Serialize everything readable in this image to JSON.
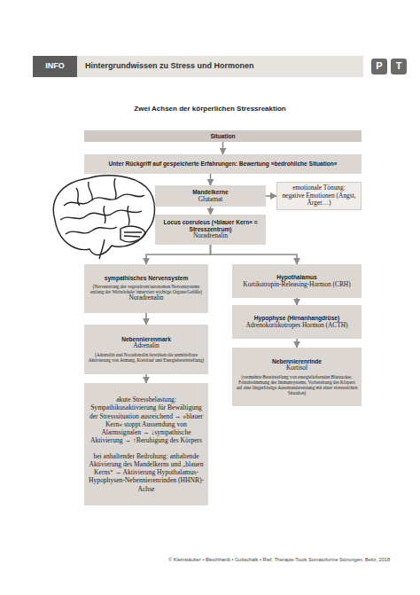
{
  "diagram": {
    "title": "Zwei Achsen der körperlichen Stressreaktion",
    "nodes": [
      {
        "text": [
          "Situation"
        ]
      },
      {
        "text": [
          "Unter Rückgriff auf gespeicherte Erfahrungen: Bewertung »bedrohliche Situation«"
        ]
      },
      {
        "text": [
          "Mandelkerne",
          "Glutamat"
        ]
      },
      {
        "text": [
          "emotionale Tönung: negative Emotionen (Angst, Ärger…)"
        ]
      },
      {
        "text": [
          "Locus coeruleus (»blauer Kern« = Stresszentrum)",
          "Noradrenalin"
        ]
      },
      {
        "text": [
          "sympathisches Nervensystem",
          "(Nervenstrang des vegetativen/autonomen Nervensystems entlang der Wirbelsäule/ innerviert wichtige Organe/Gefäße)",
          "Noradrenalin"
        ]
      },
      {
        "text": [
          "Nebennierenmark",
          "Adrenalin",
          "(Adrenalin und Noradrenalin bewirken die unmittelbare Aktivierung von Atmung, Kreislauf und Energiebereitstellung)"
        ]
      },
      {
        "text": [
          "akute Stressbelastung: Sympathikusaktivierung für Bewältigung der Stresssituation ausreichend → »blauer Kern« stoppt Aussendung von Alarmsignalen → ↓sympathische Aktivierung → ↑Beruhigung des Körpers",
          "bei anhaltender Bedrohung: anhaltende Aktivierung des Mandelkerns und „blauen Kerns“ → Aktivierung Hypothalamus-Hypophysen-Nebennierenrinden (HHNR)-Achse"
        ]
      },
      {
        "text": [
          "Hypothalamus",
          "Kortikotropin-Releasing-Hormon (CRH)"
        ]
      },
      {
        "text": [
          "Hypophyse (Hirnanhangdrüse)",
          "Adrenokortikotropes Hormon (ACTH)"
        ]
      },
      {
        "text": [
          "Nebennierenrinde",
          "Kortisol",
          "(vermehrte Bereitstellung von energieliefernden Blutzucker, Feinabstimmung des Immunsystems, Vorbereitung des Körpers auf eine längerfristige Auseinandersetzung mit einer stressreichen Situation)"
        ]
      }
    ],
    "edges": [
      {
        "from": 0,
        "to": 1,
        "arrow": "to"
      },
      {
        "from": 1,
        "to": 2,
        "arrow": "to"
      },
      {
        "from": 2,
        "to": 3,
        "arrow": "to"
      },
      {
        "from": 2,
        "to": 4,
        "arrow": "to"
      },
      {
        "from": 4,
        "to": 5,
        "arrow": "to"
      },
      {
        "from": 4,
        "to": 8,
        "arrow": "to"
      },
      {
        "from": 5,
        "to": 6,
        "arrow": "to"
      },
      {
        "from": 6,
        "to": 7,
        "arrow": "to"
      },
      {
        "from": 8,
        "to": 9,
        "arrow": "to"
      },
      {
        "from": 9,
        "to": 10,
        "arrow": "to"
      }
    ],
    "labels": [
      "INFO",
      "Hintergrundwissen zu Stress und Hormonen",
      "P",
      "T",
      "© Kleinstäuber • Bleichhardt • Gottschalk • Rief, Therapie-Tools Somatoforme Störungen. Beltz, 2018"
    ]
  }
}
